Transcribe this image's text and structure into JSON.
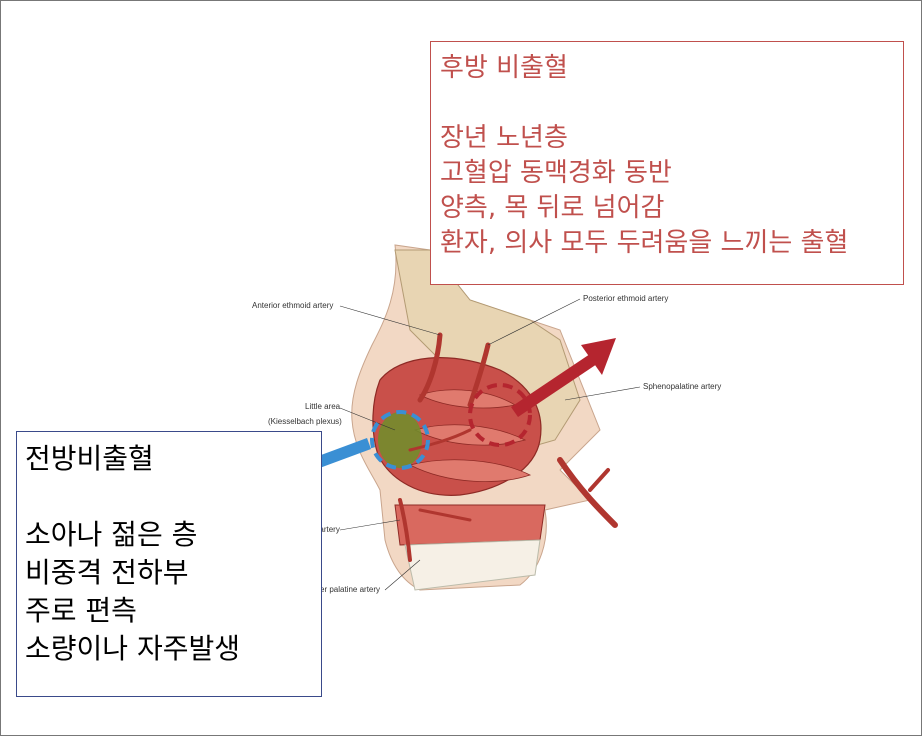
{
  "posterior_box": {
    "title": "후방 비출혈",
    "lines": [
      "장년 노년층",
      "고혈압 동맥경화 동반",
      "양측, 목 뒤로 넘어감",
      "환자, 의사 모두 두려움을 느끼는 출혈"
    ]
  },
  "anterior_box": {
    "title": "전방비출혈",
    "lines": [
      "소아나 젊은 층",
      "비중격 전하부",
      "주로 편측",
      "소량이나 자주발생"
    ]
  },
  "anatomy_labels": {
    "anterior_ethmoid": "Anterior ethmoid artery",
    "posterior_ethmoid": "Posterior ethmoid artery",
    "little_area": "Little area",
    "kiesselbach": "(Kiesselbach plexus)",
    "sphenopalatine": "Sphenopalatine artery",
    "superior_labial": "Superior labial artery",
    "greater_palatine": "Greater palatine artery"
  },
  "colors": {
    "posterior_accent": "#c0504d",
    "anterior_accent": "#3a8fd4",
    "arrow_red": "#b5252f"
  }
}
